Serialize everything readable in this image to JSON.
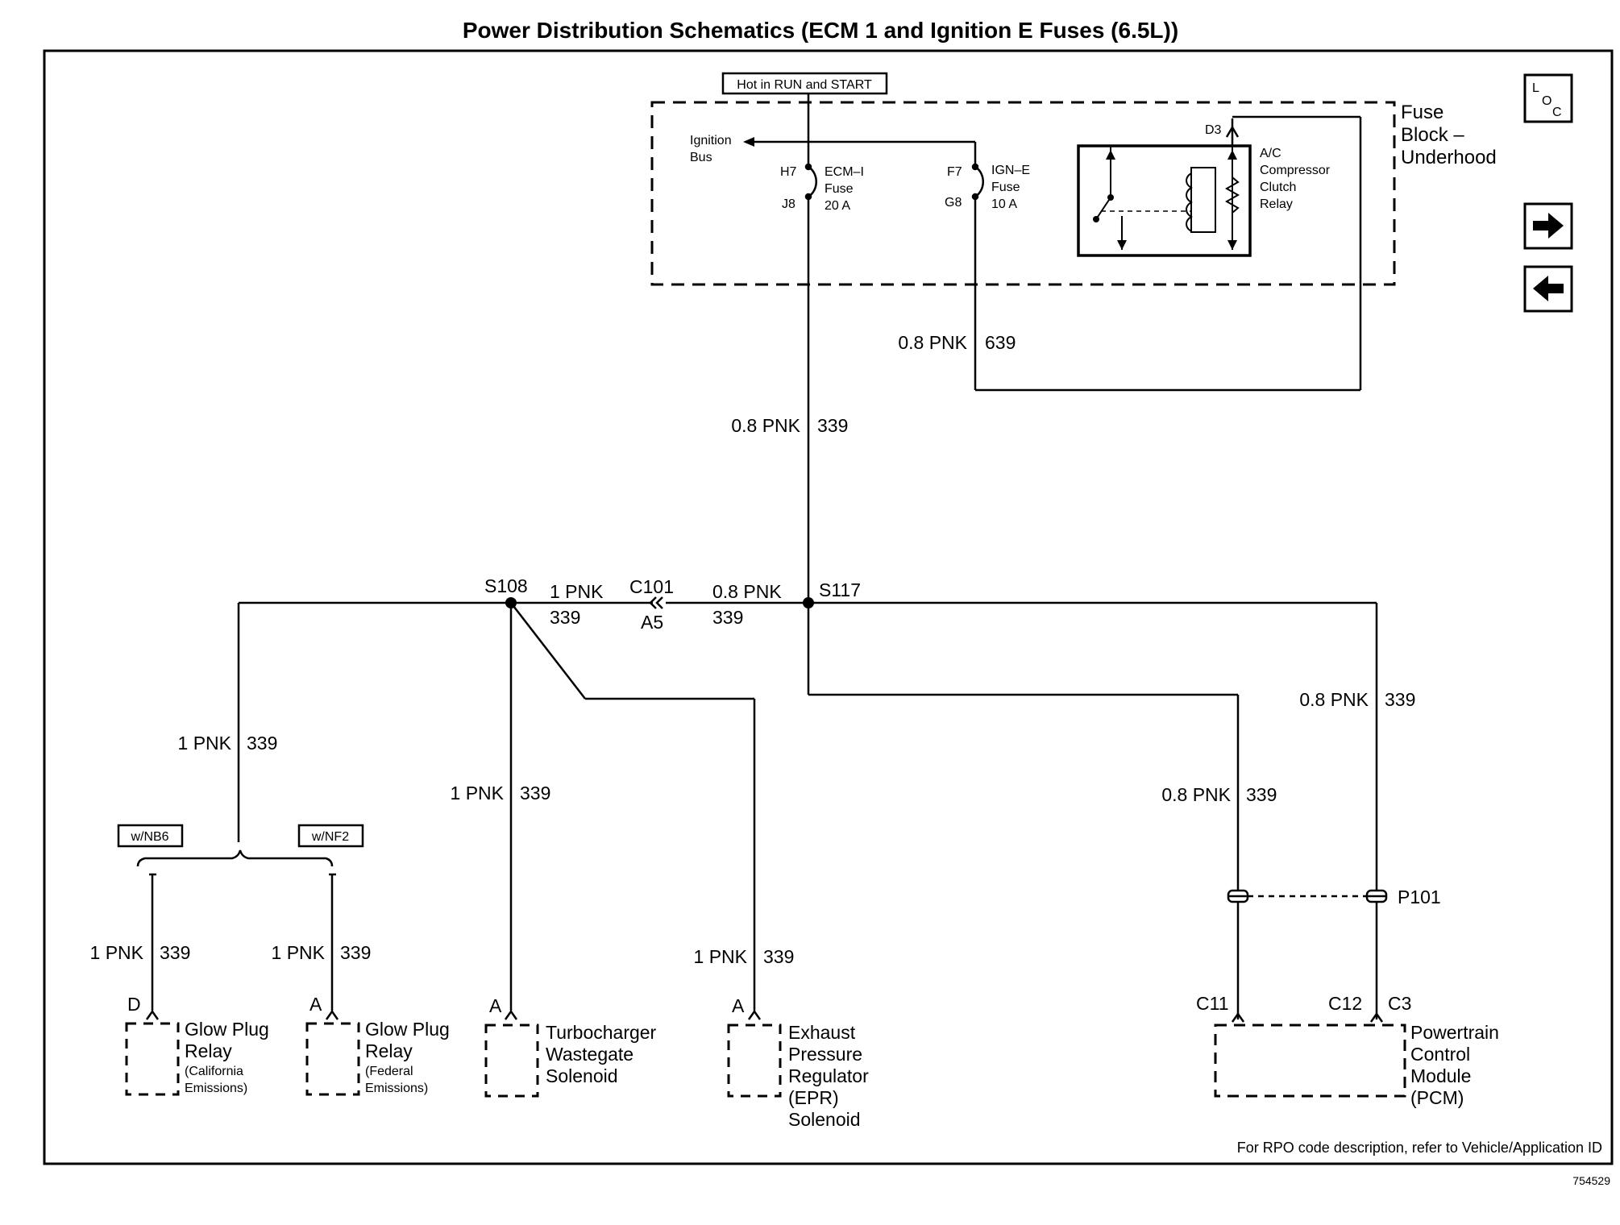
{
  "title": "Power Distribution Schematics (ECM 1 and Ignition E Fuses (6.5L))",
  "hot_label": "Hot in RUN and START",
  "fuse_block": {
    "line1": "Fuse",
    "line2": "Block –",
    "line3": "Underhood"
  },
  "ignition_bus": {
    "line1": "Ignition",
    "line2": "Bus"
  },
  "ecm_fuse": {
    "top_pin": "H7",
    "bottom_pin": "J8",
    "line1": "ECM–I",
    "line2": "Fuse",
    "line3": "20 A"
  },
  "ign_fuse": {
    "top_pin": "F7",
    "bottom_pin": "G8",
    "line1": "IGN–E",
    "line2": "Fuse",
    "line3": "10 A"
  },
  "relay": {
    "pin": "D3",
    "line1": "A/C",
    "line2": "Compressor",
    "line3": "Clutch",
    "line4": "Relay"
  },
  "wires": {
    "w639": {
      "gauge": "0.8 PNK",
      "circuit": "639"
    },
    "w339_main": {
      "gauge": "0.8 PNK",
      "circuit": "339"
    },
    "w339_a": {
      "gauge": "1 PNK",
      "circuit": "339"
    },
    "w339_b": {
      "gauge": "0.8 PNK",
      "circuit": "339"
    },
    "w339_right": {
      "gauge": "0.8 PNK",
      "circuit": "339"
    },
    "w339_left": {
      "gauge": "1 PNK",
      "circuit": "339"
    },
    "w339_turbo": {
      "gauge": "1 PNK",
      "circuit": "339"
    },
    "w339_c11": {
      "gauge": "0.8 PNK",
      "circuit": "339"
    },
    "w339_glowD": {
      "gauge": "1 PNK",
      "circuit": "339"
    },
    "w339_glowA": {
      "gauge": "1 PNK",
      "circuit": "339"
    },
    "w339_epr": {
      "gauge": "1 PNK",
      "circuit": "339"
    }
  },
  "splices": {
    "s108": "S108",
    "s117": "S117"
  },
  "connector_c101": {
    "name": "C101",
    "pin": "A5"
  },
  "options": {
    "nb6": "w/NB6",
    "nf2": "w/NF2"
  },
  "p101": "P101",
  "components": {
    "glow_ca": {
      "pin": "D",
      "line1": "Glow Plug",
      "line2": "Relay",
      "line3": "(California",
      "line4": "Emissions)"
    },
    "glow_fed": {
      "pin": "A",
      "line1": "Glow Plug",
      "line2": "Relay",
      "line3": "(Federal",
      "line4": "Emissions)"
    },
    "turbo": {
      "pin": "A",
      "line1": "Turbocharger",
      "line2": "Wastegate",
      "line3": "Solenoid"
    },
    "epr": {
      "pin": "A",
      "line1": "Exhaust",
      "line2": "Pressure",
      "line3": "Regulator",
      "line4": "(EPR)",
      "line5": "Solenoid"
    },
    "pcm": {
      "pin_c11": "C11",
      "pin_c12": "C12",
      "pin_c3": "C3",
      "line1": "Powertrain",
      "line2": "Control",
      "line3": "Module",
      "line4": "(PCM)"
    }
  },
  "footer": "For RPO code description, refer to Vehicle/Application ID",
  "figure_id": "754529",
  "nav": {
    "loc_l": "L",
    "loc_o": "O",
    "loc_c": "C"
  }
}
